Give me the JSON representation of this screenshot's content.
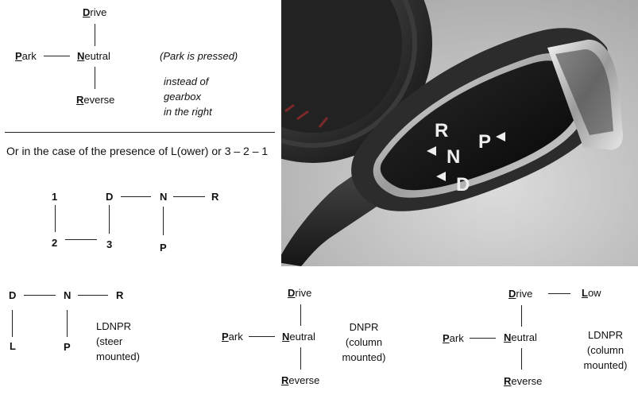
{
  "top": {
    "drive": "Drive",
    "park": "Park",
    "neutral": "Neutral",
    "reverse": "Reverse",
    "note_park": "(Park is pressed)",
    "note_instead": "instead of",
    "note_gearbox": "gearbox",
    "note_right": "in the right"
  },
  "caption": "Or in the case of the presence of L(ower) or 3 – 2 – 1",
  "grid321": {
    "g1": "1",
    "g2": "2",
    "g3": "3",
    "d": "D",
    "n": "N",
    "r": "R",
    "p": "P"
  },
  "ldnpr_steer": {
    "d": "D",
    "n": "N",
    "r": "R",
    "l": "L",
    "p": "P",
    "label1": "LDNPR",
    "label2": "(steer",
    "label3": "mounted)"
  },
  "dnpr_column": {
    "drive": "Drive",
    "park": "Park",
    "neutral": "Neutral",
    "reverse": "Reverse",
    "label1": "DNPR",
    "label2": "(column",
    "label3": "mounted)"
  },
  "ldnpr_column": {
    "drive": "Drive",
    "low": "Low",
    "park": "Park",
    "neutral": "Neutral",
    "reverse": "Reverse",
    "label1": "LDNPR",
    "label2": "(column",
    "label3": "mounted)"
  },
  "photo": {
    "knob_r": "R",
    "knob_n": "N",
    "knob_d": "D",
    "knob_p": "P",
    "colors": {
      "background": "#c9c9c9",
      "lever": "#2b2b2b",
      "face": "#0d0d0d",
      "chrome": "#d8d8d8"
    }
  }
}
